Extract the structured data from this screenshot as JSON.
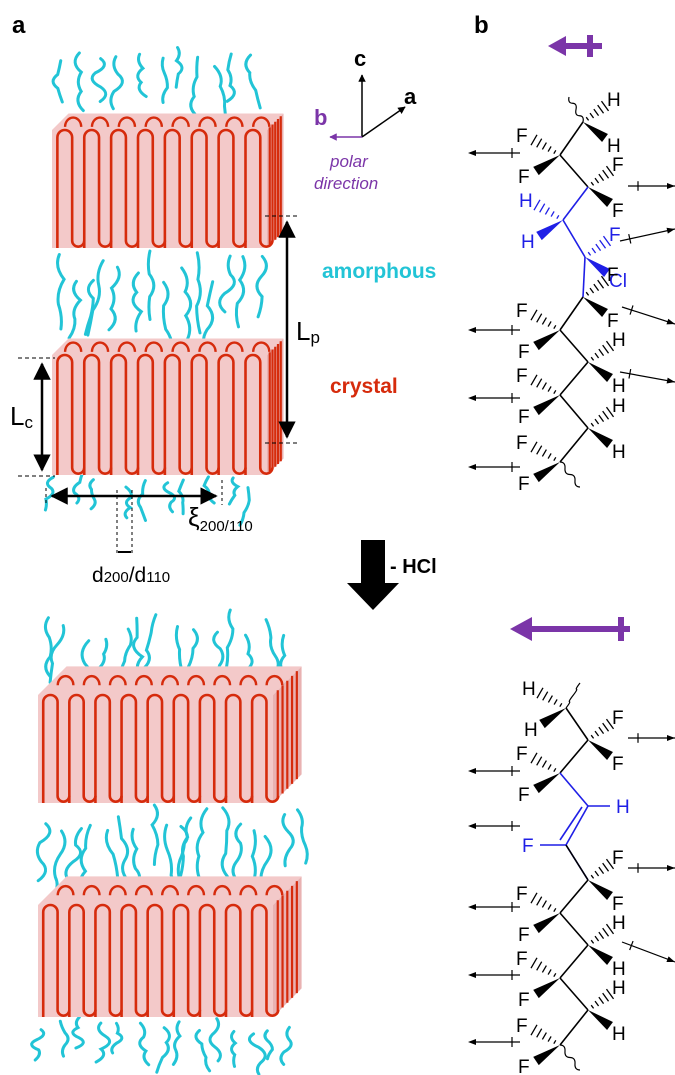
{
  "panel_a": {
    "label": "a",
    "axes": {
      "c": "c",
      "b": "b",
      "a": "a"
    },
    "polar_line1": "polar",
    "polar_line2": "direction",
    "amorphous_label": "amorphous",
    "crystal_label": "crystal",
    "lp_main": "L",
    "lp_sub": "p",
    "lc_main": "L",
    "lc_sub": "c",
    "xi_main": "ξ",
    "xi_sub": "200/110",
    "d_label_a": "d",
    "d_label_b": "200",
    "d_label_c": "/d",
    "d_label_d": "110",
    "reaction_label": "- HCl"
  },
  "panel_b": {
    "label": "b",
    "atoms": {
      "H": "H",
      "F": "F",
      "Cl": "Cl"
    }
  },
  "colors": {
    "chain_red": "#d62b0c",
    "amorphous_cyan": "#22c4d6",
    "crystal_fill": "#f3c9c9",
    "crystal_fill_dark": "#e9b2b2",
    "polar_purple": "#7b35a8",
    "bond_blue": "#1f1fe6"
  }
}
